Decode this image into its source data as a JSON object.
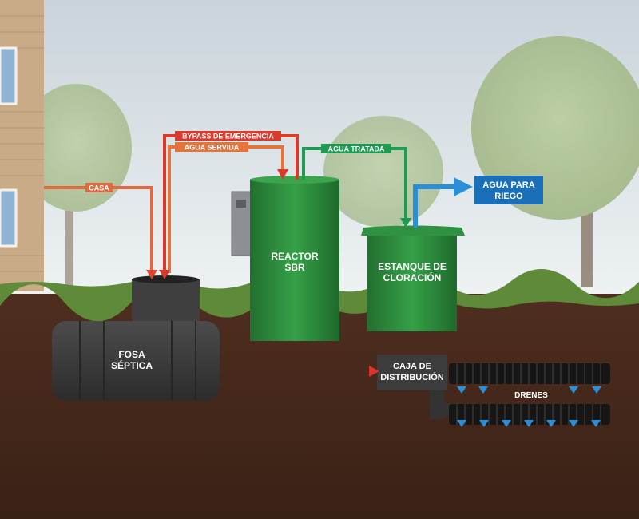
{
  "labels": {
    "casa": "CASA",
    "bypass": "BYPASS DE EMERGENCIA",
    "agua_servida": "AGUA SERVIDA",
    "agua_tratada": "AGUA TRATADA",
    "agua_riego_line1": "AGUA PARA",
    "agua_riego_line2": "RIEGO",
    "reactor_line1": "REACTOR",
    "reactor_line2": "SBR",
    "estanque_line1": "ESTANQUE DE",
    "estanque_line2": "CLORACIÓN",
    "fosa_line1": "FOSA",
    "fosa_line2": "SÉPTICA",
    "caja_line1": "CAJA DE",
    "caja_line2": "DISTRIBUCIÓN",
    "drenes": "DRENES"
  },
  "colors": {
    "sky": "#e6ecef",
    "soil": "#4a2c1e",
    "grass": "#5f8a3a",
    "tank_green": "#2f8a3e",
    "septic_dark": "#3b3b3b",
    "pipe_red": "#d93a2b",
    "pipe_orange": "#e6733a",
    "pipe_green": "#1f9a52",
    "pipe_blue": "#2b8fd8",
    "label_blue": "#1a6fb8",
    "drain_black": "#161616"
  },
  "icons": [
    "building-wall",
    "window-icon",
    "tree-icon",
    "control-panel-icon",
    "arrow-down-icon",
    "arrow-right-icon"
  ]
}
